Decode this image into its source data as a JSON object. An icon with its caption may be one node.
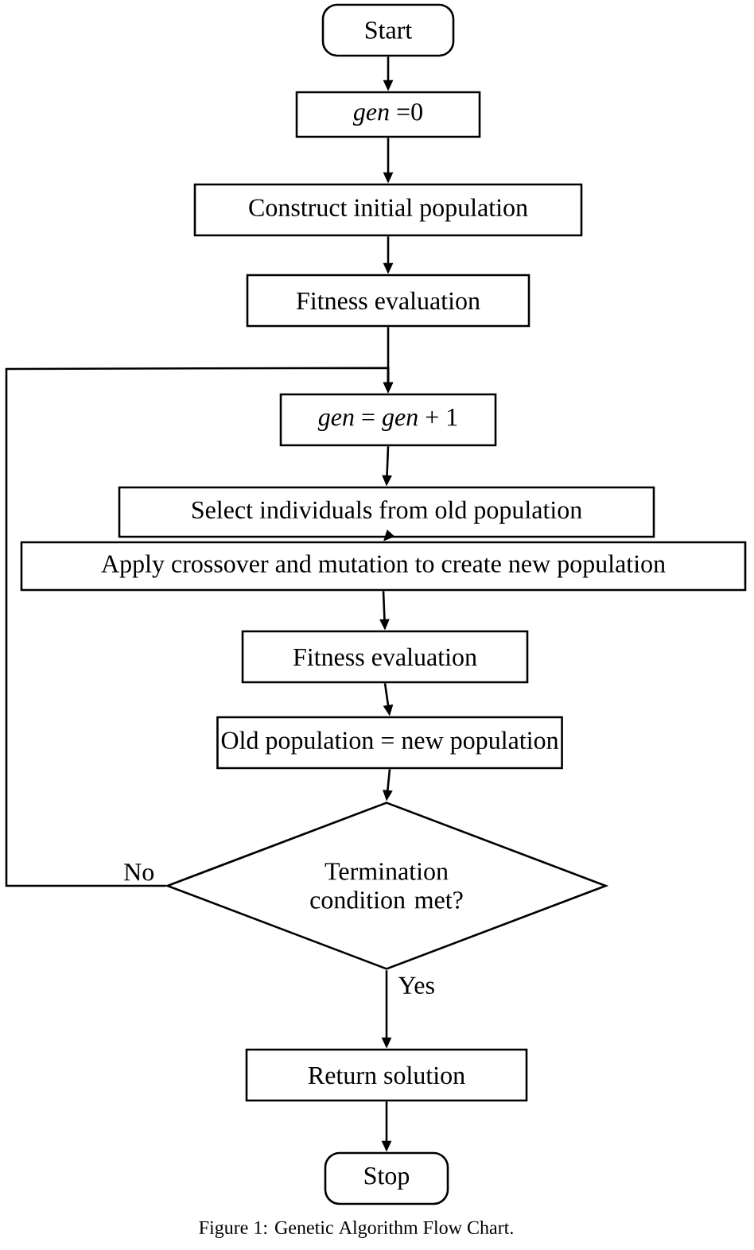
{
  "diagram": {
    "caption": "Figure 1: Genetic Algorithm Flow Chart.",
    "nodes": [
      {
        "text": [
          "Start"
        ]
      },
      {
        "text": [
          "*gen* =0"
        ]
      },
      {
        "text": [
          "Construct initial population"
        ]
      },
      {
        "text": [
          "Fitness evaluation"
        ]
      },
      {
        "text": [
          "*gen* = *gen* + 1"
        ]
      },
      {
        "text": [
          "Select individuals from old population"
        ]
      },
      {
        "text": [
          "Apply crossover and mutation to create new population"
        ]
      },
      {
        "text": [
          "Fitness evaluation"
        ]
      },
      {
        "text": [
          "Old population = new population"
        ]
      },
      {
        "text": [
          "Termination condition met?"
        ]
      },
      {
        "text": [
          "Return solution"
        ]
      },
      {
        "text": [
          "Stop"
        ]
      }
    ],
    "edges": [
      {
        "from": 0,
        "to": 1,
        "arrow": "to"
      },
      {
        "from": 1,
        "to": 2,
        "arrow": "to"
      },
      {
        "from": 2,
        "to": 3,
        "arrow": "to"
      },
      {
        "from": 3,
        "to": 4,
        "arrow": "to"
      },
      {
        "from": 4,
        "to": 5,
        "arrow": "to"
      },
      {
        "from": 5,
        "to": 6,
        "arrow": "to"
      },
      {
        "from": 6,
        "to": 7,
        "arrow": "to"
      },
      {
        "from": 7,
        "to": 8,
        "arrow": "to"
      },
      {
        "from": 8,
        "to": 9,
        "arrow": "to"
      },
      {
        "from": 9,
        "to": 4,
        "arrow": "to",
        "label": "No"
      },
      {
        "from": 9,
        "to": 10,
        "arrow": "to",
        "label": "Yes"
      },
      {
        "from": 10,
        "to": 11,
        "arrow": "to"
      }
    ]
  }
}
